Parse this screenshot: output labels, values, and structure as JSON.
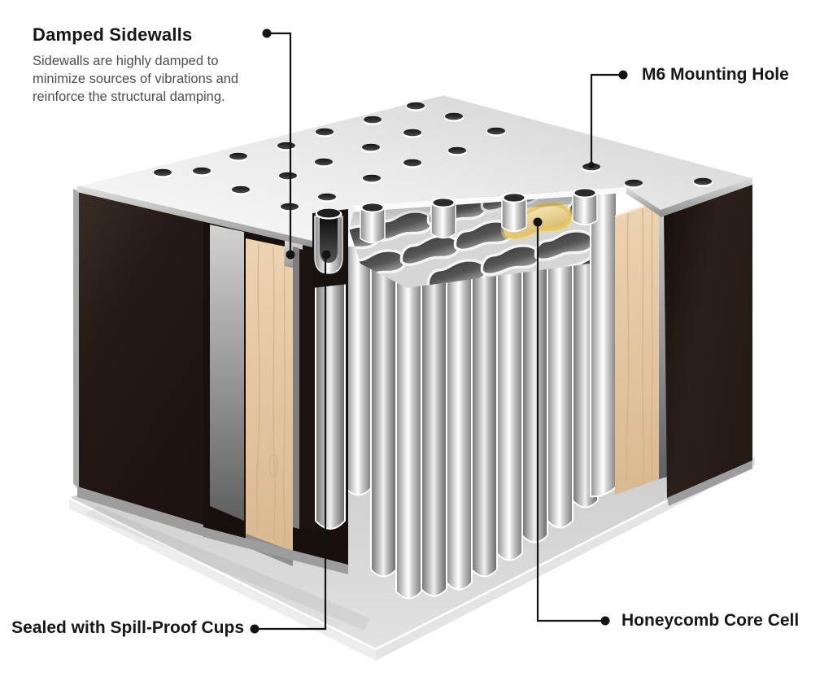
{
  "colors": {
    "background": "#ffffff",
    "leader": "#141414",
    "label_ink": "#171717",
    "body_ink": "#4e4e4e",
    "highlight_cell": "#e6c761",
    "wood": "#e3c6a4",
    "sidewall_dark": "#241a16",
    "plate_light": "#f3f3f3",
    "base_gray": "#d4d4d4"
  },
  "callouts": {
    "damped": {
      "title": "Damped Sidewalls",
      "description": "Sidewalls are highly damped to minimize sources of vibrations and reinforce the structural damping."
    },
    "m6": {
      "label": "M6 Mounting Hole"
    },
    "cups": {
      "label": "Sealed with Spill-Proof Cups"
    },
    "cell": {
      "label": "Honeycomb Core Cell"
    }
  },
  "illustration": {
    "subject": "honeycomb-core isolation platform cutaway",
    "parts": [
      "top plate with M6 mounting holes",
      "damped sidewall with wood damping layer",
      "spill-proof cup seal",
      "corrugated honeycomb core",
      "highlighted honeycomb core cell",
      "base plate"
    ]
  }
}
